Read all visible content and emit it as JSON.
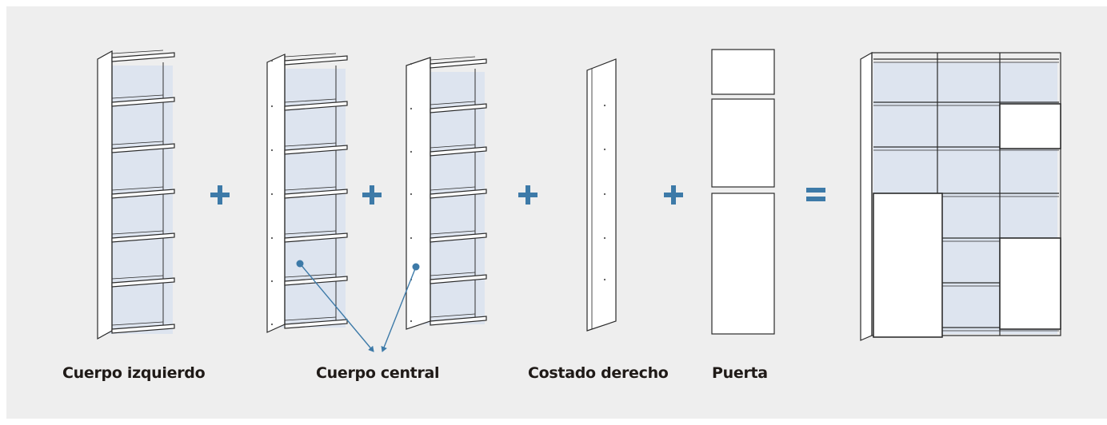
{
  "labels": {
    "left_body": "Cuerpo izquierdo",
    "center_body": "Cuerpo central",
    "right_side": "Costado derecho",
    "door": "Puerta"
  },
  "operators": {
    "plus": "+",
    "equals": "="
  },
  "colors": {
    "background": "#eeeeee",
    "panel_back": "#dde4ef",
    "outline": "#2a2a2a",
    "accent": "#3d7aa8",
    "label_text": "#1f1a17"
  },
  "icons": [
    "plus-icon",
    "equals-icon",
    "callout-dot-icon",
    "callout-arrow-icon"
  ]
}
